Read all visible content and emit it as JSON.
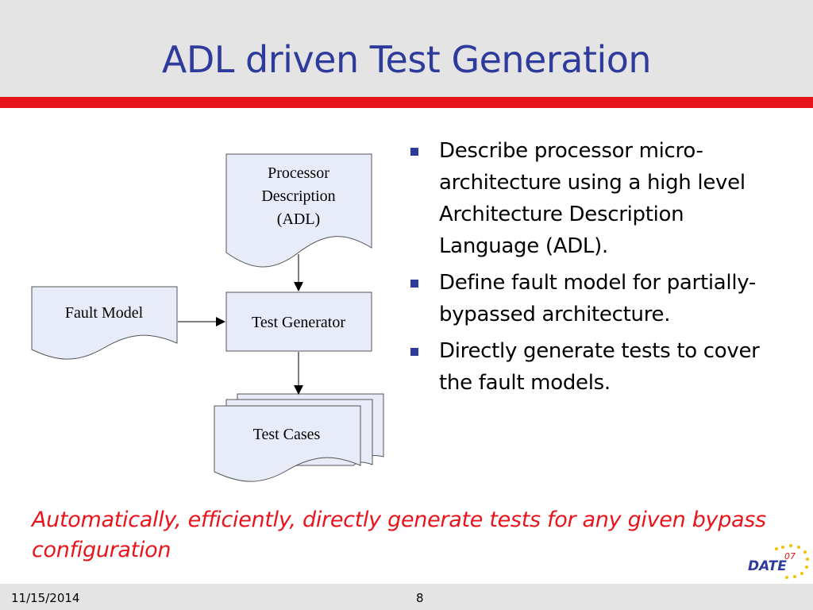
{
  "slide": {
    "title": "ADL driven Test Generation",
    "bullets": [
      "Describe processor micro-architecture using a high level Architecture Description Language (ADL).",
      "Define fault model for partially-bypassed architecture.",
      "Directly generate tests to cover the fault models."
    ],
    "tagline": "Automatically, efficiently, directly generate tests for any given bypass configuration"
  },
  "diagram": {
    "processor_lines": [
      "Processor",
      "Description",
      "(ADL)"
    ],
    "fault_model": "Fault Model",
    "test_generator": "Test Generator",
    "test_cases": "Test Cases"
  },
  "logo": {
    "text": "DATE",
    "superscript": "07"
  },
  "footer": {
    "date": "11/15/2014",
    "page": "8"
  },
  "colors": {
    "title": "#2f3b9c",
    "accent_red": "#e8141c",
    "shape_fill": "#e8ecf8",
    "band_gray": "#e4e4e4"
  }
}
